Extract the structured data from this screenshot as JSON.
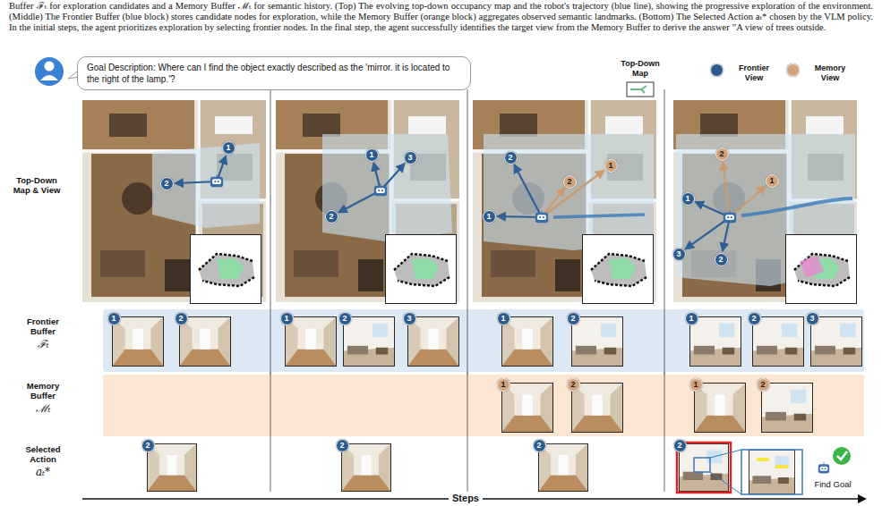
{
  "diagram": {
    "caption": "Buffer ℱₜ for exploration candidates and a Memory Buffer ℳₜ for semantic history. (Top) The evolving top-down occupancy map and the robot's trajectory (blue line), showing the progressive exploration of the environment.(Middle) The Frontier Buffer (blue block) stores candidate nodes for exploration, while the Memory Buffer (orange block) aggregates observed semantic landmarks. (Bottom) The Selected Action aₜ* chosen by the VLM policy. In the initial steps, the agent prioritizes exploration by selecting frontier nodes. In the final step, the agent successfully identifies the target view from the Memory Buffer to derive the answer ”A view of trees outside.",
    "nodes": [
      {
        "text": [
          "Goal Description: Where can I find the object exactly described as the 'mirror. it is located to the right of the lamp.'?"
        ]
      },
      {
        "text": [
          "1"
        ]
      },
      {
        "text": [
          "2"
        ]
      },
      {
        "text": [
          "1"
        ]
      },
      {
        "text": [
          "2"
        ]
      },
      {
        "text": [
          "3"
        ]
      },
      {
        "text": [
          "2"
        ]
      },
      {
        "text": [
          "2"
        ]
      },
      {
        "text": [
          "1"
        ]
      },
      {
        "text": [
          "1"
        ]
      },
      {
        "text": [
          "2"
        ]
      },
      {
        "text": [
          "1"
        ]
      },
      {
        "text": [
          "1"
        ]
      },
      {
        "text": [
          "3"
        ]
      },
      {
        "text": [
          "2"
        ]
      },
      {
        "text": [
          "1"
        ]
      },
      {
        "text": [
          "2"
        ]
      },
      {
        "text": [
          "1"
        ]
      },
      {
        "text": [
          "2"
        ]
      },
      {
        "text": [
          "3"
        ]
      },
      {
        "text": [
          "1"
        ]
      },
      {
        "text": [
          "2"
        ]
      },
      {
        "text": [
          "1"
        ]
      },
      {
        "text": [
          "2"
        ]
      },
      {
        "text": [
          "3"
        ]
      },
      {
        "text": [
          "1"
        ]
      },
      {
        "text": [
          "2"
        ]
      },
      {
        "text": [
          "1"
        ]
      },
      {
        "text": [
          "2"
        ]
      },
      {
        "text": [
          "2"
        ]
      },
      {
        "text": [
          "2"
        ]
      },
      {
        "text": [
          "2"
        ]
      },
      {
        "text": [
          "2"
        ]
      }
    ],
    "labels": [
      "Top-Down Map & View",
      "Frontier Buffer",
      "ℱₜ",
      "Memory Buffer",
      "ℳₜ",
      "Selected Action",
      "aₜ*",
      "Find Goal",
      "Steps"
    ],
    "legend": [
      {
        "text": "Top-Down Map"
      },
      {
        "text": "Frontier View",
        "color": "#2d5b8c"
      },
      {
        "text": "Memory View",
        "color": "#d2a27b"
      }
    ]
  }
}
